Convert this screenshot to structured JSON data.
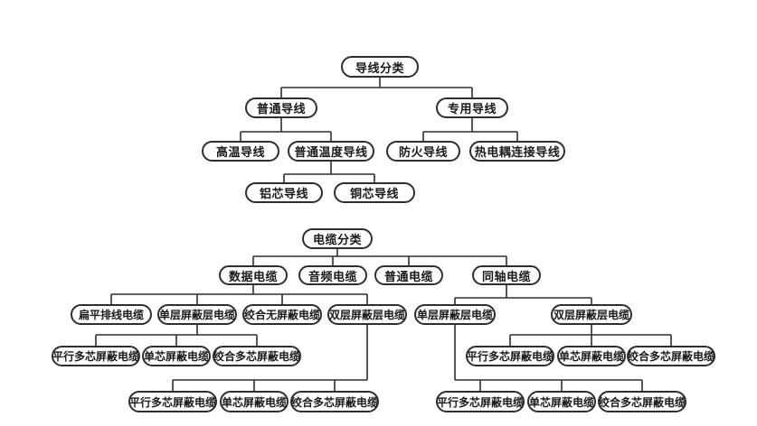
{
  "style": {
    "ink_color": "#2e2e2e",
    "box_fill": "#ffffff",
    "background": "#ffffff"
  },
  "trees": [
    {
      "label": "导线分类",
      "children": [
        {
          "label": "普通导线",
          "children": [
            {
              "label": "高温导线"
            },
            {
              "label": "普通温度导线",
              "children": [
                {
                  "label": "铝芯导线"
                },
                {
                  "label": "铜芯导线"
                }
              ]
            }
          ]
        },
        {
          "label": "专用导线",
          "children": [
            {
              "label": "防火导线"
            },
            {
              "label": "热电耦连接导线"
            }
          ]
        }
      ]
    },
    {
      "label": "电缆分类",
      "children": [
        {
          "label": "数据电缆",
          "children": [
            {
              "label": "扁平排线电缆"
            },
            {
              "label": "单层屏蔽层电缆",
              "children": [
                {
                  "label": "平行多芯屏蔽电缆"
                },
                {
                  "label": "单芯屏蔽电缆"
                },
                {
                  "label": "绞合多芯屏蔽电缆"
                }
              ]
            },
            {
              "label": "绞合无屏蔽电缆"
            },
            {
              "label": "双层屏蔽层电缆",
              "children": [
                {
                  "label": "平行多芯屏蔽电缆"
                },
                {
                  "label": "单芯屏蔽电缆"
                },
                {
                  "label": "绞合多芯屏蔽电缆"
                }
              ]
            }
          ]
        },
        {
          "label": "音频电缆"
        },
        {
          "label": "普通电缆"
        },
        {
          "label": "同轴电缆",
          "children": [
            {
              "label": "单层屏蔽层电缆",
              "children": [
                {
                  "label": "平行多芯屏蔽电缆"
                },
                {
                  "label": "单芯屏蔽电缆"
                },
                {
                  "label": "绞合多芯屏蔽电缆"
                }
              ]
            },
            {
              "label": "双层屏蔽层电缆",
              "children": [
                {
                  "label": "平行多芯屏蔽电缆"
                },
                {
                  "label": "单芯屏蔽电缆"
                },
                {
                  "label": "绞合多芯屏蔽电缆"
                }
              ]
            }
          ]
        }
      ]
    }
  ]
}
